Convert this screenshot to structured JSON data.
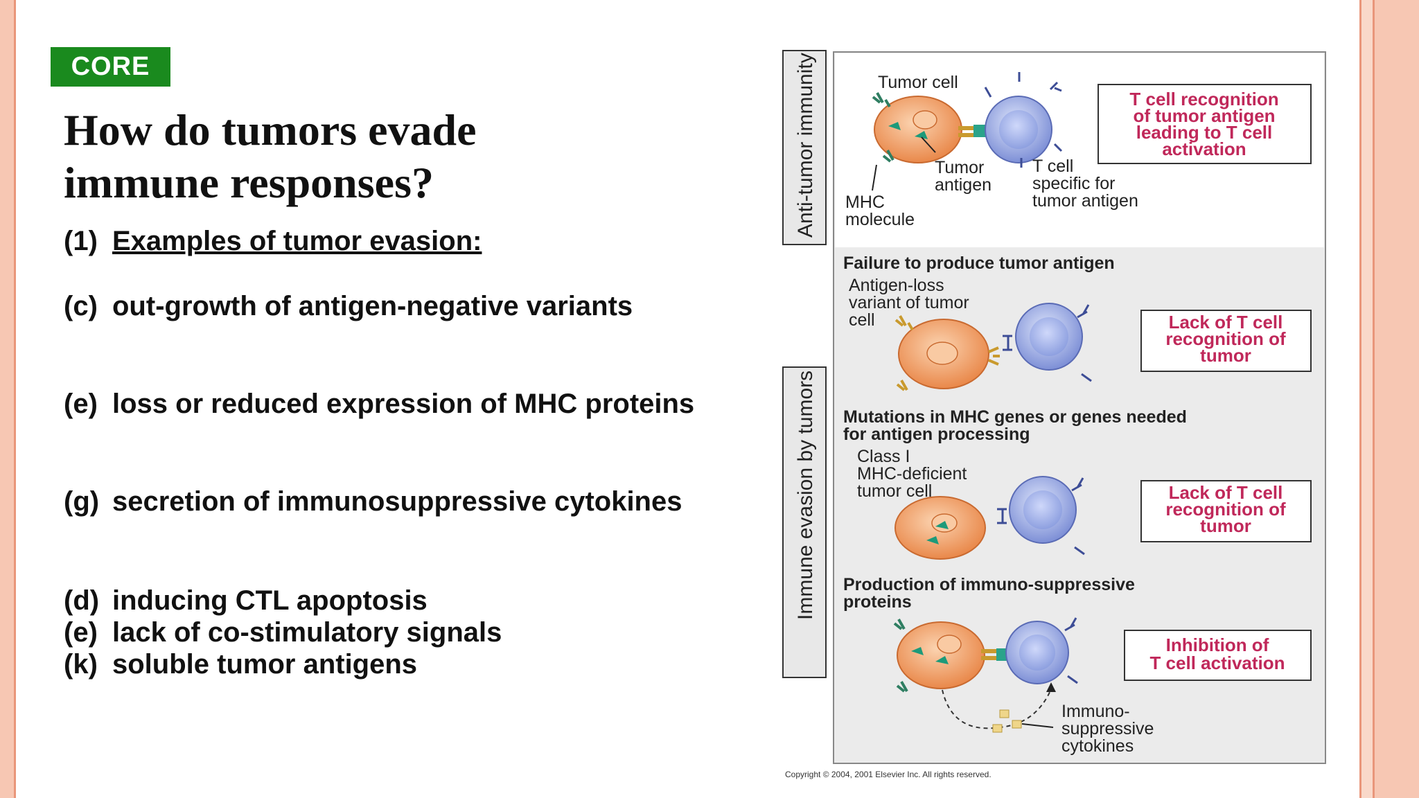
{
  "badge": "CORE",
  "title_line1": "How do tumors evade",
  "title_line2": "immune responses?",
  "intro": {
    "marker": "(1)",
    "text": "Examples of tumor evasion:"
  },
  "items": [
    {
      "marker": "(c)",
      "text": "out-growth of antigen-negative variants"
    },
    {
      "marker": "(e)",
      "text": "loss or reduced expression of MHC proteins"
    },
    {
      "marker": "(g)",
      "text": "secretion of immunosuppressive cytokines"
    },
    {
      "marker": "(d)",
      "text": "inducing CTL apoptosis"
    },
    {
      "marker": "(e)",
      "text": "lack of co-stimulatory signals"
    },
    {
      "marker": "(k)",
      "text": "soluble tumor antigens"
    }
  ],
  "figure": {
    "side_label_top": "Anti-tumor immunity",
    "side_label_bottom": "Immune evasion by tumors",
    "panel1": {
      "tumor_cell": "Tumor cell",
      "mhc": [
        "MHC",
        "molecule"
      ],
      "tumor_antigen": [
        "Tumor",
        "antigen"
      ],
      "t_cell": [
        "T cell",
        "specific for",
        "tumor antigen"
      ],
      "result": [
        "T cell recognition",
        "of tumor antigen",
        "leading to T cell",
        "activation"
      ]
    },
    "panel2": {
      "heading": "Failure to produce tumor antigen",
      "label": [
        "Antigen-loss",
        "variant of tumor",
        "cell"
      ],
      "result": [
        "Lack of T cell",
        "recognition of",
        "tumor"
      ]
    },
    "panel3": {
      "heading": [
        "Mutations in MHC genes or genes needed",
        "for antigen processing"
      ],
      "label": [
        "Class I",
        "MHC-deficient",
        "tumor cell"
      ],
      "result": [
        "Lack of T cell",
        "recognition of",
        "tumor"
      ]
    },
    "panel4": {
      "heading": [
        "Production of immuno-suppressive",
        "proteins"
      ],
      "cytokines": [
        "Immuno-",
        "suppressive",
        "cytokines"
      ],
      "result": [
        "Inhibition of",
        "T cell activation"
      ]
    },
    "copyright": "Copyright © 2004, 2001 Elsevier Inc. All rights reserved."
  }
}
